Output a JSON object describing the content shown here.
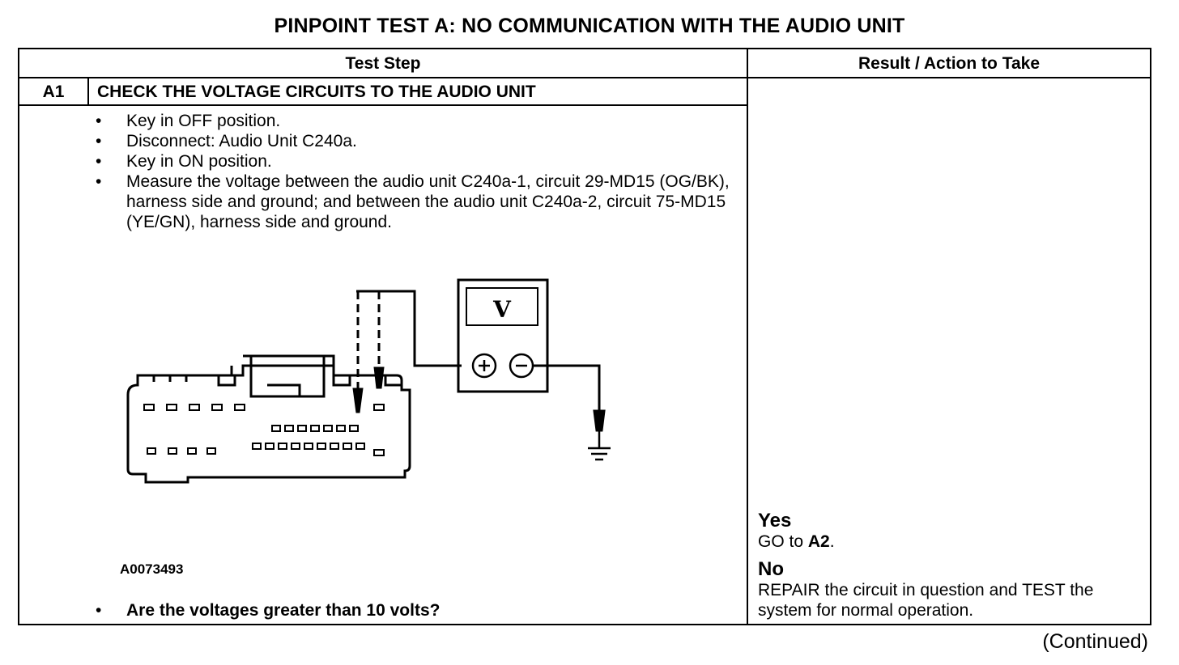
{
  "title": "PINPOINT TEST  A: NO COMMUNICATION WITH THE AUDIO UNIT",
  "table": {
    "header_test_step": "Test Step",
    "header_result": "Result / Action to Take",
    "step_id": "A1",
    "step_title": "CHECK THE VOLTAGE CIRCUITS TO THE AUDIO UNIT",
    "items": [
      "Key in OFF position.",
      "Disconnect: Audio Unit C240a.",
      "Key in ON position.",
      "Measure the voltage between the audio unit C240a-1, circuit 29-MD15 (OG/BK), harness side and ground; and between the audio unit C240a-2, circuit 75-MD15 (YE/GN), harness side and ground."
    ],
    "figure_id": "A0073493",
    "meter_symbol": "V",
    "plus_symbol": "+",
    "minus_symbol": "−",
    "question": "Are the voltages greater than 10 volts?",
    "yes_heading": "Yes",
    "yes_action_prefix": "GO to ",
    "yes_action_target": "A2",
    "yes_action_suffix": ".",
    "no_heading": "No",
    "no_action": "REPAIR the circuit in question and TEST the system for normal operation."
  },
  "continued": "(Continued)"
}
